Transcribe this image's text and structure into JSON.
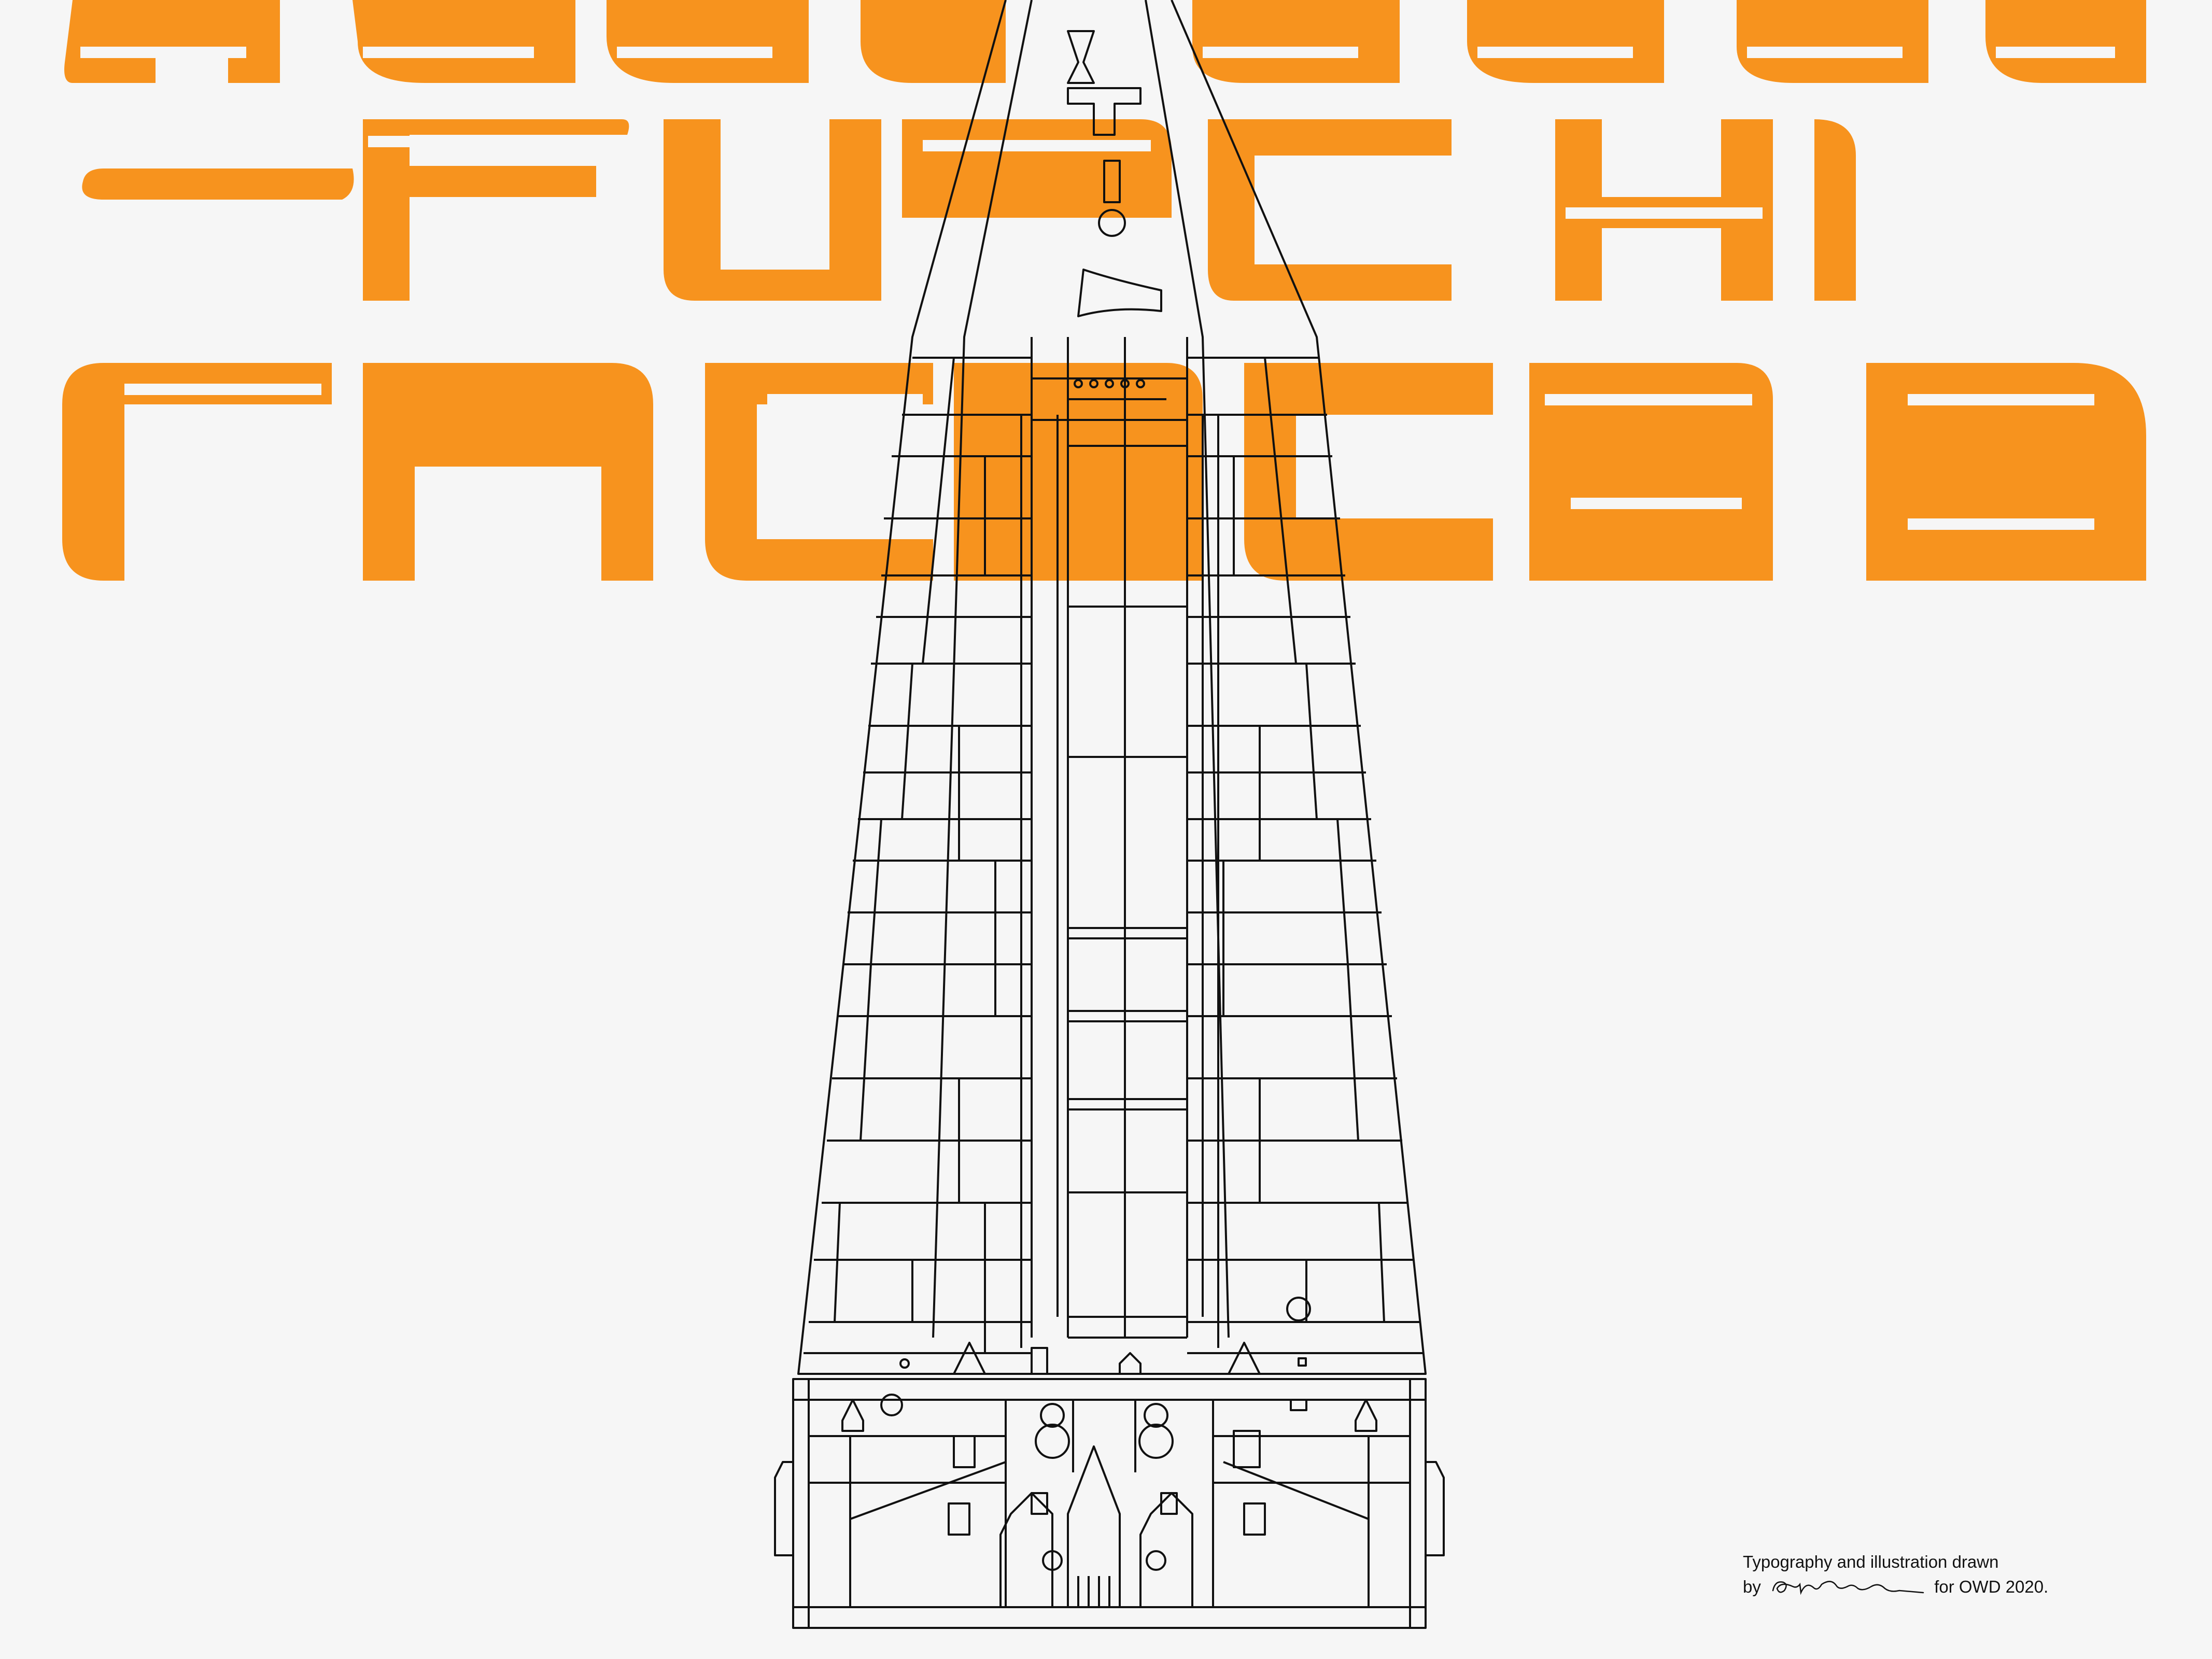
{
  "poster": {
    "colors": {
      "background": "#f6f6f6",
      "accent": "#f7931e",
      "line": "#111111"
    },
    "headline_rows": 3,
    "illustration": "tower-line-drawing"
  },
  "credit": {
    "line1": "Typography and illustration drawn",
    "by": "by",
    "signature": "handwritten-signature",
    "line2_end": "for OWD 2020."
  }
}
